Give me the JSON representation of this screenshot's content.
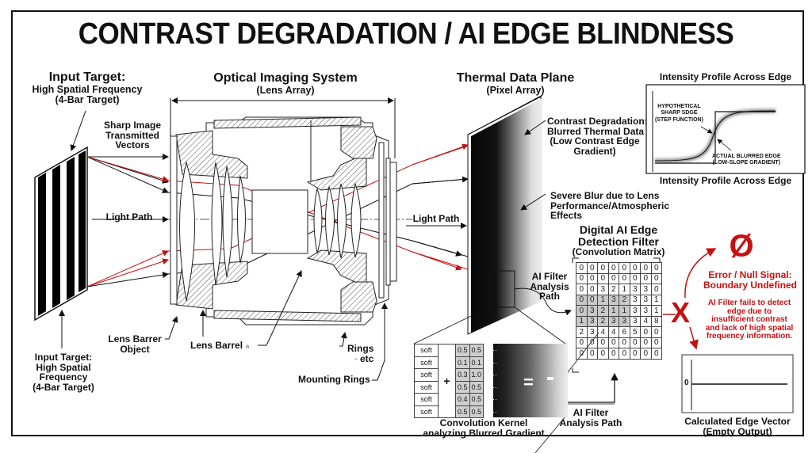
{
  "title": "CONTRAST DEGRADATION / AI EDGE BLINDNESS",
  "colors": {
    "accent_red": "#c41212",
    "ink": "#111111",
    "highlight_cell": "#c9c9c9"
  },
  "input_target_top": {
    "heading": "Input Target:",
    "line2": "High Spatial Frequency",
    "line3": "(4-Bar Target)"
  },
  "input_target_bottom": [
    "Input Target:",
    "High Spatial",
    "Frequency",
    "(4-Bar Target)"
  ],
  "sharp_image_label": [
    "Sharp Image",
    "Transmitted",
    "Vectors"
  ],
  "light_path_left": "Light Path",
  "light_path_right": "Light Path",
  "optical_system": {
    "title": "Optical Imaging System",
    "subtitle": "(Lens Array)"
  },
  "lens_labels": {
    "lens_barrer_object": [
      "Lens Barrer",
      "Object"
    ],
    "lens_barrel": "Lens Barrel",
    "lens_barrel_mark": "ล",
    "rings": "Rings",
    "rings_etc": "etc",
    "rings_mark": "⁼",
    "mounting_rings": "Mounting Rings"
  },
  "thermal_plane": {
    "title": "Thermal Data Plane",
    "subtitle": "(Pixel Array)"
  },
  "contrast_degradation_label": [
    "Contrast Degradation:",
    "Blurred Thermal Data",
    "(Low Contrast Edge",
    "Gradient)"
  ],
  "severe_blur_label": [
    "Severe Blur due to Lens",
    "Performance/Atmospheric",
    "Effects"
  ],
  "intensity_profile": {
    "title": "Intensity Profile Across Edge",
    "caption": "Intensity Profile Across Edge",
    "sharp_label": [
      "HYPOTHETICAL",
      "SHARP SDGE",
      "(STEP FUNCTION)"
    ],
    "blurred_label": [
      "ACTUAL BLURRED EDGE",
      "(LOW-SLOPE GRADIENT)"
    ]
  },
  "filter": {
    "title1": "Digital AI Edge",
    "title2": "Detection Filter",
    "subtitle": "(Convolution Matrix)",
    "analysis_path_label": [
      "AI Filter",
      "Analysis",
      "Path"
    ],
    "matrix": [
      [
        0,
        0,
        0,
        0,
        0,
        0,
        0,
        0
      ],
      [
        0,
        0,
        0,
        0,
        0,
        0,
        0,
        0
      ],
      [
        0,
        0,
        3,
        2,
        1,
        3,
        3,
        0
      ],
      [
        0,
        0,
        1,
        3,
        2,
        3,
        3,
        1
      ],
      [
        0,
        3,
        2,
        1,
        1,
        3,
        3,
        1
      ],
      [
        1,
        3,
        2,
        3,
        3,
        3,
        4,
        8
      ],
      [
        2,
        3,
        4,
        4,
        6,
        5,
        0,
        0
      ],
      [
        0,
        0,
        0,
        0,
        0,
        0,
        0,
        0
      ],
      [
        0,
        0,
        0,
        0,
        0,
        0,
        0,
        0
      ]
    ]
  },
  "kernel": {
    "caption": [
      "Convolution Kernel",
      "analyzing Blurred Gradient"
    ],
    "plus": "+",
    "equals": "=",
    "rows": [
      {
        "label": "soft",
        "a": "0.5",
        "b": "0.5",
        "dots": "···"
      },
      {
        "label": "soft",
        "a": "0.1",
        "b": "0.1",
        "dots": "···"
      },
      {
        "label": "soft",
        "a": "0.3",
        "b": "1.0",
        "dots": "···"
      },
      {
        "label": "soft",
        "a": "0.5",
        "b": "0.5",
        "dots": "···"
      },
      {
        "label": "soft",
        "a": "0.4",
        "b": "0.5",
        "dots": "···"
      },
      {
        "label": "soft",
        "a": "0.5",
        "b": "0.5",
        "dots": "···"
      }
    ]
  },
  "bottom_analysis_path": [
    "AI Filter",
    "Analysis Path"
  ],
  "error": {
    "null_symbol": "Ø",
    "x_mark": "X",
    "title": [
      "Error / Null Signal:",
      "Boundary Undefined"
    ],
    "body": [
      "AI Filter fails to detect",
      "edge due to",
      "insufficient contrast",
      "and lack of high spatial",
      "frequency information."
    ]
  },
  "edge_vector": {
    "zero_label": "0",
    "caption": [
      "Calculated Edge Vector",
      "(Empty Output)"
    ]
  }
}
